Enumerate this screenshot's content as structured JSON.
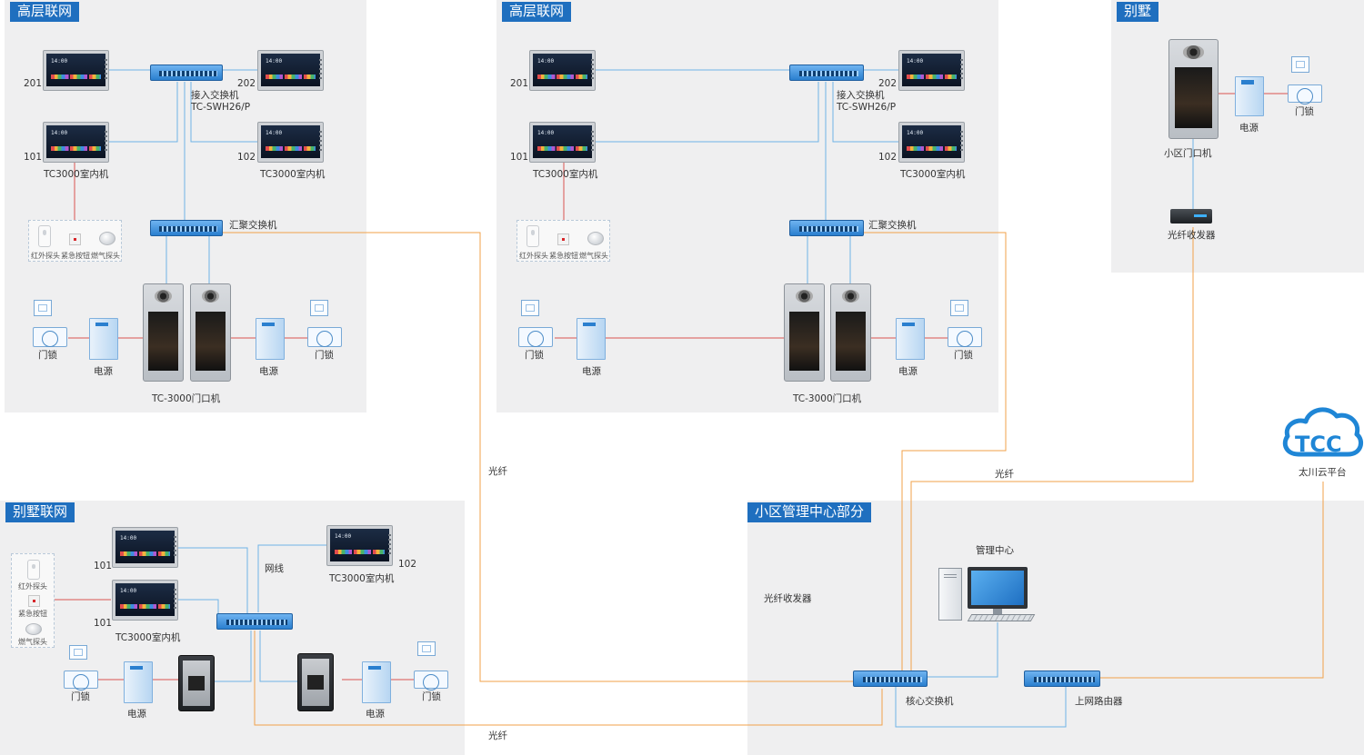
{
  "panels": {
    "highrise_left_title": "高层联网",
    "highrise_mid_title": "高层联网",
    "villa_title": "别墅",
    "villa_net_title": "别墅联网",
    "mgmt_title": "小区管理中心部分"
  },
  "highrise_left": {
    "monitor_201": "201",
    "monitor_202": "202",
    "monitor_101": "101",
    "monitor_102": "102",
    "access_switch": "接入交换机",
    "access_switch_model": "TC-SWH26/P",
    "indoor_label_1": "TC3000室内机",
    "indoor_label_2": "TC3000室内机",
    "agg_switch": "汇聚交换机",
    "sensor_pir": "红外探头",
    "sensor_emergency": "紧急按钮",
    "sensor_gas": "燃气探头",
    "lock_left": "门锁",
    "psu_left": "电源",
    "psu_right": "电源",
    "lock_right": "门锁",
    "door_station": "TC-3000门口机"
  },
  "highrise_mid": {
    "monitor_201": "201",
    "monitor_202": "202",
    "monitor_101": "101",
    "monitor_102": "102",
    "access_switch": "接入交换机",
    "access_switch_model": "TC-SWH26/P",
    "indoor_label_1": "TC3000室内机",
    "indoor_label_2": "TC3000室内机",
    "agg_switch": "汇聚交换机",
    "sensor_pir": "红外探头",
    "sensor_emergency": "紧急按钮",
    "sensor_gas": "燃气探头",
    "lock_left": "门锁",
    "psu_left": "电源",
    "psu_right": "电源",
    "lock_right": "门锁",
    "door_station": "TC-3000门口机"
  },
  "villa": {
    "door_station": "小区门口机",
    "psu": "电源",
    "lock": "门锁",
    "fiber_transceiver": "光纤收发器"
  },
  "cloud": {
    "logo_text": "TCC",
    "label": "太川云平台"
  },
  "villa_net": {
    "monitor_101a": "101",
    "monitor_101b": "101",
    "monitor_102": "102",
    "indoor_label_left": "TC3000室内机",
    "indoor_label_right": "TC3000室内机",
    "network_cable": "网线",
    "sensor_pir": "红外探头",
    "sensor_emergency": "紧急按钮",
    "sensor_gas": "燃气探头",
    "lock_left": "门锁",
    "psu_left": "电源",
    "psu_right": "电源",
    "lock_right": "门锁"
  },
  "mgmt": {
    "mgmt_center": "管理中心",
    "fiber_transceiver": "光纤收发器",
    "core_switch": "核心交换机",
    "router": "上网路由器"
  },
  "links": {
    "fiber_1": "光纤",
    "fiber_2": "光纤",
    "fiber_3": "光纤"
  },
  "colors": {
    "panel_bg": "#efeff0",
    "title_bg": "#1f6fbf",
    "network_line": "#6fb3e6",
    "fiber_line": "#f0a24a",
    "alarm_line": "#d9534f"
  }
}
